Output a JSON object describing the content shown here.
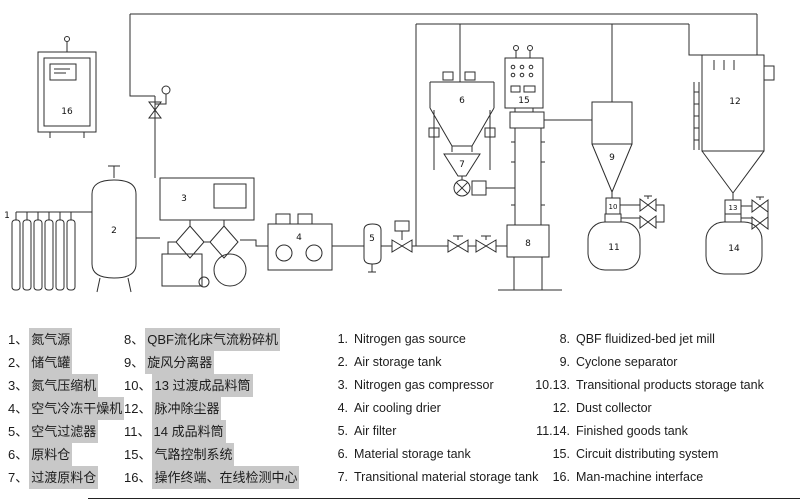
{
  "diagram": {
    "labels": {
      "n1": "1",
      "n2": "2",
      "n3": "3",
      "n4": "4",
      "n5": "5",
      "n6": "6",
      "n7": "7",
      "n8": "8",
      "n9": "9",
      "n10": "10",
      "n11": "11",
      "n12": "12",
      "n13": "13",
      "n14": "14",
      "n15": "15",
      "n16": "16"
    }
  },
  "legend": {
    "cn": [
      {
        "num": "1、",
        "text": "氮气源"
      },
      {
        "num": "2、",
        "text": "储气罐"
      },
      {
        "num": "3、",
        "text": "氮气压缩机"
      },
      {
        "num": "4、",
        "text": "空气冷冻干燥机"
      },
      {
        "num": "5、",
        "text": "空气过滤器"
      },
      {
        "num": "6、",
        "text": "原料仓"
      },
      {
        "num": "7、",
        "text": "过渡原料仓"
      },
      {
        "num": "8、",
        "text": "QBF流化床气流粉碎机"
      },
      {
        "num": "9、",
        "text": "旋风分离器"
      },
      {
        "num": "10、",
        "text": "13 过渡成品料筒"
      },
      {
        "num": "12、",
        "text": "脉冲除尘器"
      },
      {
        "num": "11、",
        "text": "14 成品料筒"
      },
      {
        "num": "15、",
        "text": "气路控制系统"
      },
      {
        "num": "16、",
        "text": "操作终端、在线检测中心"
      }
    ],
    "en": [
      {
        "num": "1.",
        "text": "Nitrogen gas source"
      },
      {
        "num": "2.",
        "text": "Air storage tank"
      },
      {
        "num": "3.",
        "text": "Nitrogen gas compressor"
      },
      {
        "num": "4.",
        "text": "Air cooling drier"
      },
      {
        "num": "5.",
        "text": "Air filter"
      },
      {
        "num": "6.",
        "text": "Material storage tank"
      },
      {
        "num": "7.",
        "text": "Transitional material storage tank"
      },
      {
        "num": "8.",
        "text": "QBF fluidized-bed jet mill"
      },
      {
        "num": "9.",
        "text": "Cyclone separator"
      },
      {
        "num": "10.13.",
        "text": "Transitional products storage tank"
      },
      {
        "num": "12.",
        "text": "Dust collector"
      },
      {
        "num": "11.14.",
        "text": "Finished goods tank"
      },
      {
        "num": "15.",
        "text": "Circuit distributing system"
      },
      {
        "num": "16.",
        "text": "Man-machine interface"
      }
    ]
  }
}
